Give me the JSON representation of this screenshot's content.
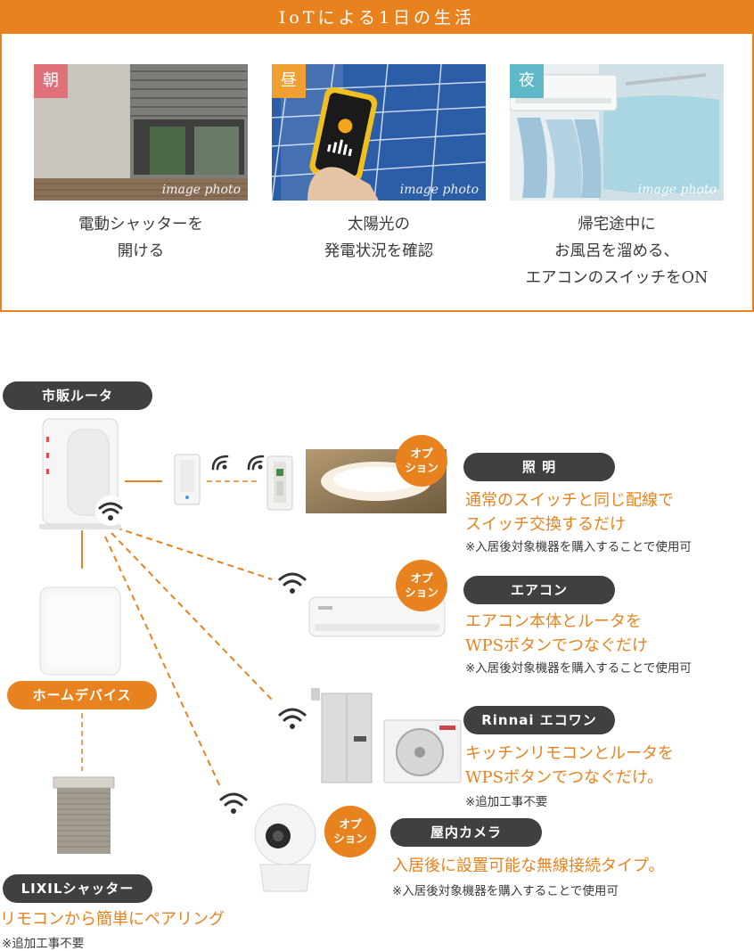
{
  "top": {
    "title": "IoTによる1日の生活",
    "watermark": "image photo",
    "scenes": [
      {
        "tag": "朝",
        "tag_color": "#e0707a",
        "caption": [
          "電動シャッターを",
          "開ける"
        ]
      },
      {
        "tag": "昼",
        "tag_color": "#f0a030",
        "caption": [
          "太陽光の",
          "発電状況を確認"
        ]
      },
      {
        "tag": "夜",
        "tag_color": "#5fb8c8",
        "caption": [
          "帰宅途中に",
          "お風呂を溜める、",
          "エアコンのスイッチをON"
        ]
      }
    ]
  },
  "diagram": {
    "router_label": "市販ルータ",
    "home_device_label": "ホームデバイス",
    "option_label": [
      "オプ",
      "ション"
    ],
    "shutter": {
      "label": "LIXILシャッター",
      "desc": "リモコンから簡単にペアリング",
      "note": "※追加工事不要"
    },
    "lighting": {
      "label": "照 明",
      "desc": [
        "通常のスイッチと同じ配線で",
        "スイッチ交換するだけ"
      ],
      "note": "※入居後対象機器を購入することで使用可"
    },
    "aircon": {
      "label": "エアコン",
      "desc": [
        "エアコン本体とルータを",
        "WPSボタンでつなぐだけ"
      ],
      "note": "※入居後対象機器を購入することで使用可"
    },
    "ecoone": {
      "label": "Rinnai エコワン",
      "desc": [
        "キッチンリモコンとルータを",
        "WPSボタンでつなぐだけ。"
      ],
      "note": "※追加工事不要"
    },
    "camera": {
      "label": "屋内カメラ",
      "desc": "入居後に設置可能な無線接続タイプ。",
      "note": "※入居後対象機器を購入することで使用可"
    }
  },
  "colors": {
    "accent": "#e8821e",
    "dark_pill": "#404040"
  }
}
